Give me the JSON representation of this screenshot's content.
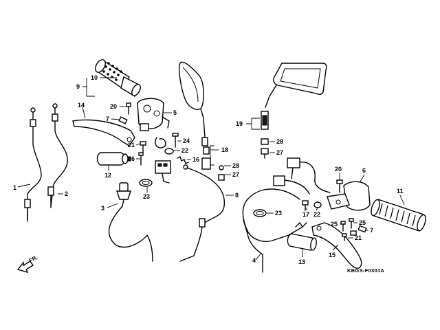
{
  "callouts": [
    {
      "label": "10"
    },
    {
      "label": "9"
    },
    {
      "label": "20"
    },
    {
      "label": "5"
    },
    {
      "label": "14"
    },
    {
      "label": "7"
    },
    {
      "label": "21"
    },
    {
      "label": "24"
    },
    {
      "label": "22"
    },
    {
      "label": "26"
    },
    {
      "label": "16"
    },
    {
      "label": "12"
    },
    {
      "label": "23"
    },
    {
      "label": "1"
    },
    {
      "label": "2"
    },
    {
      "label": "3"
    },
    {
      "label": "19"
    },
    {
      "label": "28"
    },
    {
      "label": "27"
    },
    {
      "label": "18"
    },
    {
      "label": "28"
    },
    {
      "label": "27"
    },
    {
      "label": "8"
    },
    {
      "label": "20"
    },
    {
      "label": "6"
    },
    {
      "label": "11"
    },
    {
      "label": "17"
    },
    {
      "label": "22"
    },
    {
      "label": "23"
    },
    {
      "label": "25"
    },
    {
      "label": "25"
    },
    {
      "label": "7"
    },
    {
      "label": "21"
    },
    {
      "label": "4"
    },
    {
      "label": "13"
    },
    {
      "label": "15"
    }
  ],
  "direction_label": "FR.",
  "diagram_code": "KBGS-F0301A"
}
